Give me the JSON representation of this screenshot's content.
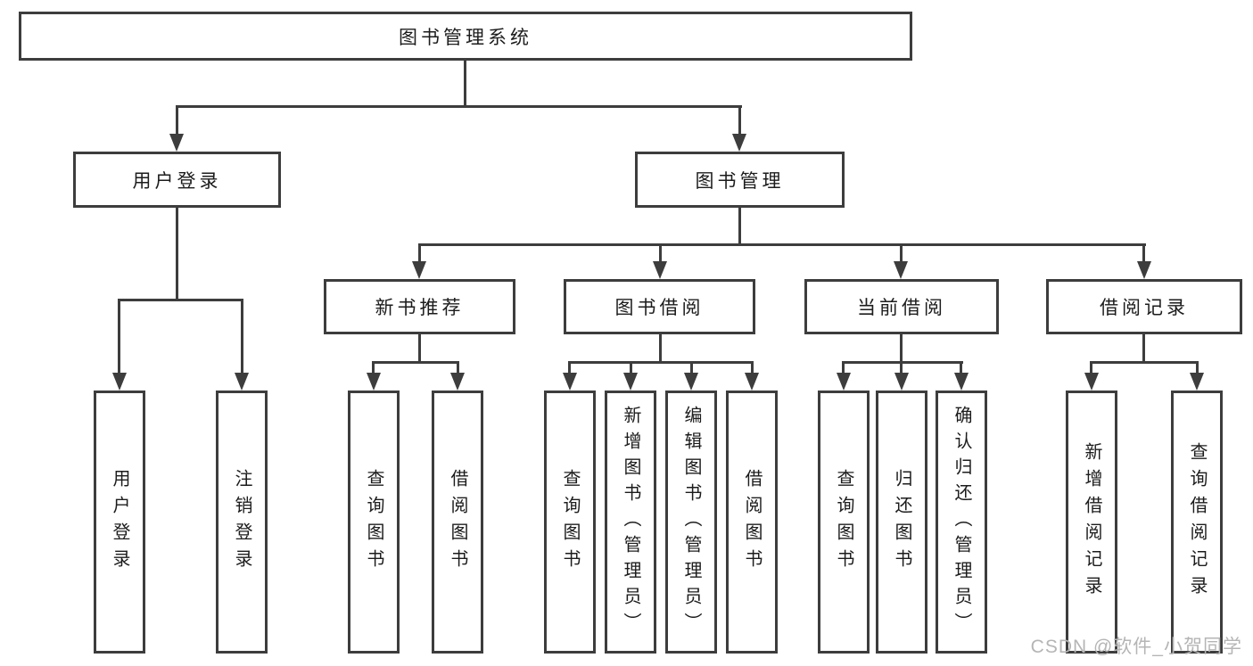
{
  "diagram": {
    "root": {
      "label": "图书管理系统"
    },
    "user_login": {
      "label": "用户登录",
      "leaves": [
        "用户登录",
        "注销登录"
      ]
    },
    "book_mgmt": {
      "label": "图书管理",
      "children": [
        {
          "label": "新书推荐",
          "leaves": [
            "查询图书",
            "借阅图书"
          ]
        },
        {
          "label": "图书借阅",
          "leaves": [
            "查询图书",
            "新增图书（管理员）",
            "编辑图书（管理员）",
            "借阅图书"
          ]
        },
        {
          "label": "当前借阅",
          "leaves": [
            "查询图书",
            "归还图书",
            "确认归还（管理员）"
          ]
        },
        {
          "label": "借阅记录",
          "leaves": [
            "新增借阅记录",
            "查询借阅记录"
          ]
        }
      ]
    }
  },
  "watermark": {
    "text": "CSDN @软件_小贺同学"
  },
  "colors": {
    "line": "#3d3d3d",
    "text": "#1c1c1c",
    "watermark": "#b5b5b5",
    "background": "#ffffff"
  }
}
